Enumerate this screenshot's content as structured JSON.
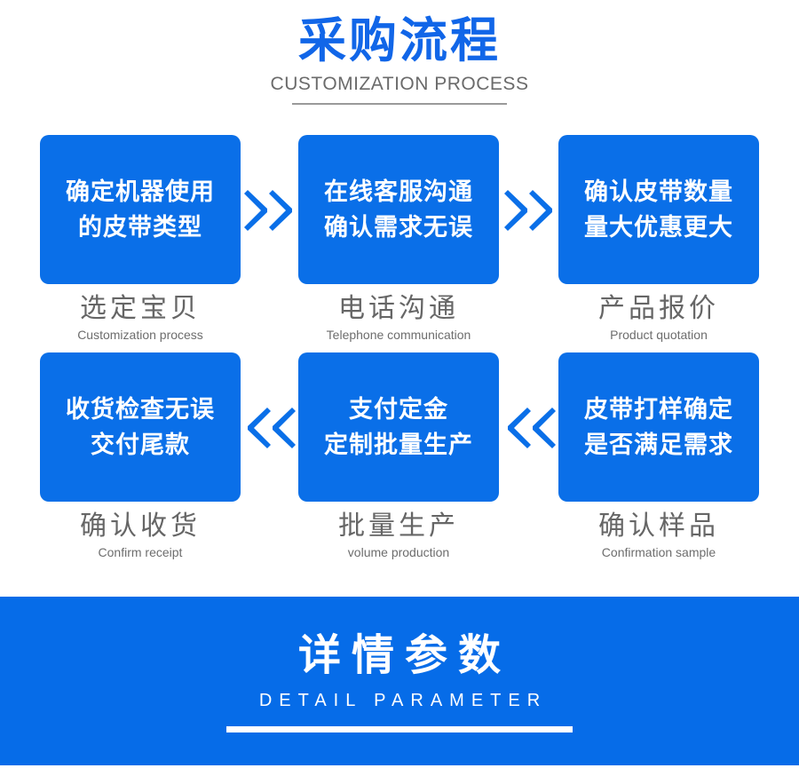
{
  "header": {
    "title_cn": "采购流程",
    "title_en": "CUSTOMIZATION PROCESS",
    "accent_color": "#1166e8",
    "rule_color": "#9a9a9a"
  },
  "flow": {
    "box_color": "#0a6fe8",
    "box_text_color": "#ffffff",
    "label_color": "#666666",
    "arrow_color": "#0a6fe8",
    "rows": [
      {
        "direction": "right",
        "arrow_glyph": "double-chevron-right",
        "cells": [
          {
            "lines": [
              "确定机器使用",
              "的皮带类型"
            ],
            "label_cn": "选定宝贝",
            "label_en": "Customization process"
          },
          {
            "lines": [
              "在线客服沟通",
              "确认需求无误"
            ],
            "label_cn": "电话沟通",
            "label_en": "Telephone communication"
          },
          {
            "lines": [
              "确认皮带数量",
              "量大优惠更大"
            ],
            "label_cn": "产品报价",
            "label_en": "Product quotation"
          }
        ]
      },
      {
        "direction": "left",
        "arrow_glyph": "double-chevron-left",
        "cells": [
          {
            "lines": [
              "收货检查无误",
              "交付尾款"
            ],
            "label_cn": "确认收货",
            "label_en": "Confirm receipt"
          },
          {
            "lines": [
              "支付定金",
              "定制批量生产"
            ],
            "label_cn": "批量生产",
            "label_en": "volume production"
          },
          {
            "lines": [
              "皮带打样确定",
              "是否满足需求"
            ],
            "label_cn": "确认样品",
            "label_en": "Confirmation sample"
          }
        ]
      }
    ]
  },
  "banner": {
    "title_cn": "详情参数",
    "title_en": "DETAIL PARAMETER",
    "background_color": "#066ce8",
    "text_color": "#ffffff"
  }
}
